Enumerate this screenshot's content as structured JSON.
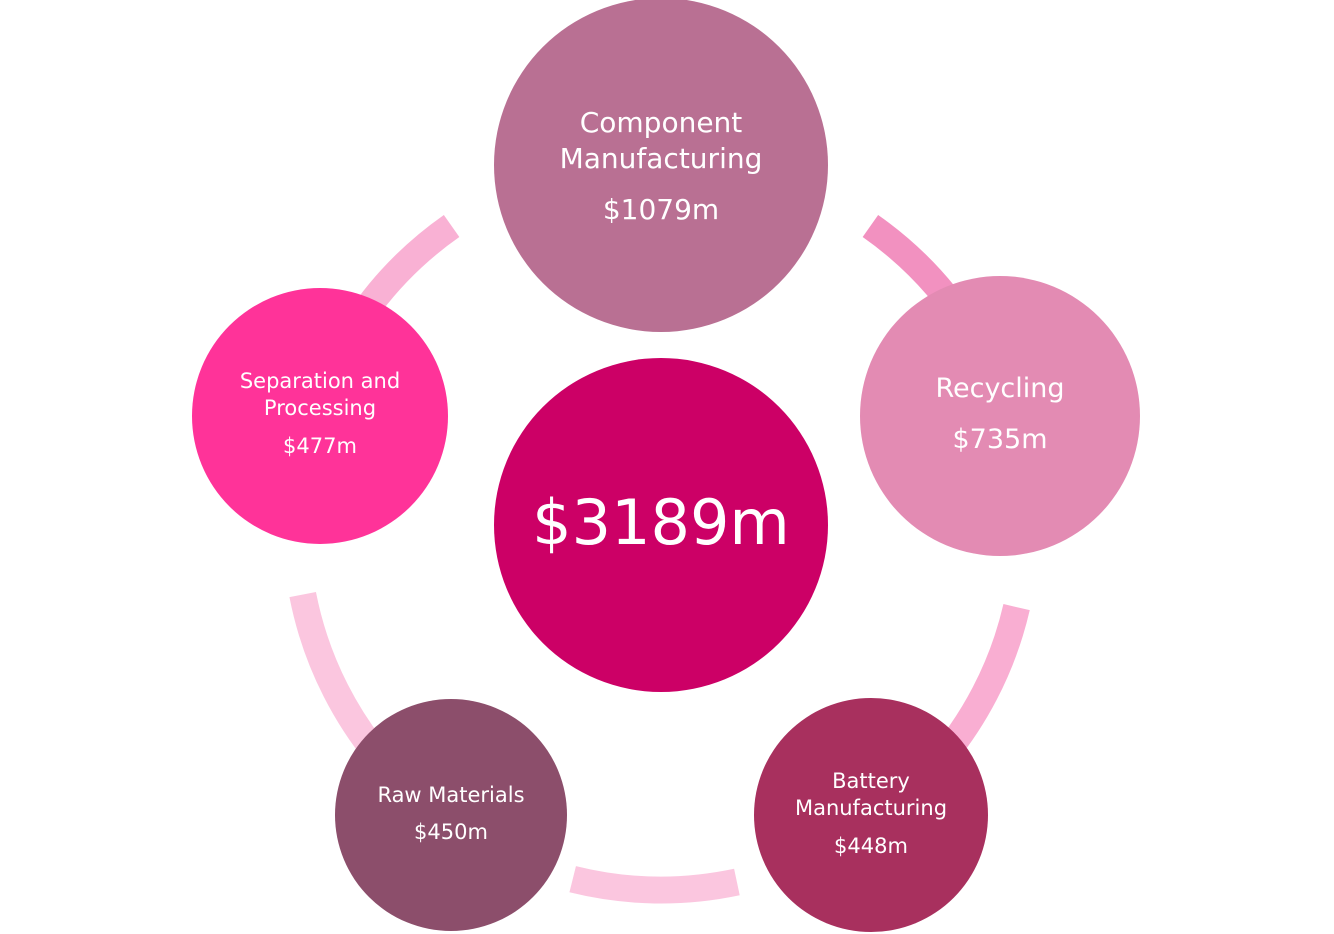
{
  "center": {
    "value": "$3189m",
    "color": "#cc0066"
  },
  "nodes": [
    {
      "id": "component-manufacturing",
      "label_lines": [
        "Component",
        "Manufacturing"
      ],
      "value": "$1079m",
      "color": "#b97093"
    },
    {
      "id": "recycling",
      "label_lines": [
        "Recycling"
      ],
      "value": "$735m",
      "color": "#e38bb3"
    },
    {
      "id": "battery-manufacturing",
      "label_lines": [
        "Battery",
        "Manufacturing"
      ],
      "value": "$448m",
      "color": "#a8305e"
    },
    {
      "id": "raw-materials",
      "label_lines": [
        "Raw Materials"
      ],
      "value": "$450m",
      "color": "#8c4e6b"
    },
    {
      "id": "separation-and-processing",
      "label_lines": [
        "Separation and",
        "Processing"
      ],
      "value": "$477m",
      "color": "#ff3399"
    }
  ],
  "connector_colors": [
    "#f291c0",
    "#f9aed2",
    "#fbc6df",
    "#fbc6df",
    "#f9b1d4"
  ]
}
